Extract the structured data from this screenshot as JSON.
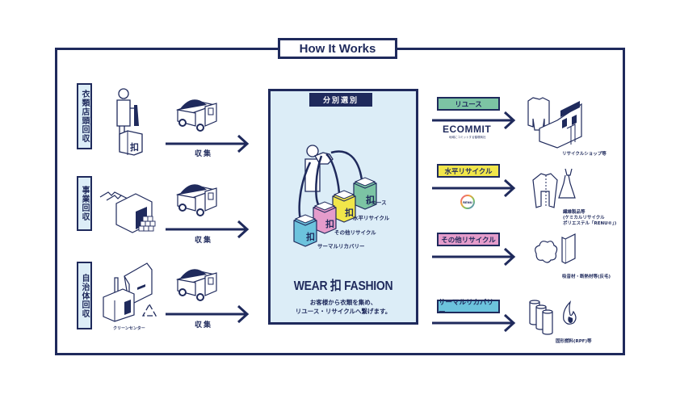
{
  "title": "How It Works",
  "colors": {
    "navy": "#1f2a5c",
    "panel_bg": "#dcedf7",
    "reuse": "#7cc4a4",
    "horizontal_recycle": "#f1e64a",
    "other_recycle": "#e59ccb",
    "thermal_recovery": "#6cc3dd"
  },
  "sources": [
    {
      "label": "衣類店頭回収",
      "collect_label": "収集",
      "illustration": "person-with-collection-box-icon"
    },
    {
      "label": "事業回収",
      "collect_label": "収集",
      "illustration": "warehouse-with-clothes-icon"
    },
    {
      "label": "自治体回収",
      "collect_label": "収集",
      "illustration": "factory-icon",
      "caption": "クリーンセンター"
    }
  ],
  "center": {
    "tag": "分別選別",
    "bins": [
      {
        "label": "サーマルリカバリー"
      },
      {
        "label": "その他リサイクル"
      },
      {
        "label": "水平リサイクル"
      },
      {
        "label": "リユース"
      }
    ],
    "brand": "WEAR 扣 FASHION",
    "tagline_line1": "お客様から衣類を集め、",
    "tagline_line2": "リユース・リサイクルへ繋げます。"
  },
  "outputs": [
    {
      "category": "リユース",
      "partner": "ECOMMIT",
      "partner_sub": "地域にコミットする循環商社",
      "destination": "リサイクルショップ等"
    },
    {
      "category": "水平リサイクル",
      "partner": "RENU",
      "destination_line1": "繊維製品等",
      "destination_line2": "(ケミカルリサイクル",
      "destination_line3": "ポリエステル「RENU®」)"
    },
    {
      "category": "その他リサイクル",
      "destination": "吸音材・断熱材等(反毛)"
    },
    {
      "category": "サーマルリカバリー",
      "destination": "固形燃料(RPF)等"
    }
  ]
}
